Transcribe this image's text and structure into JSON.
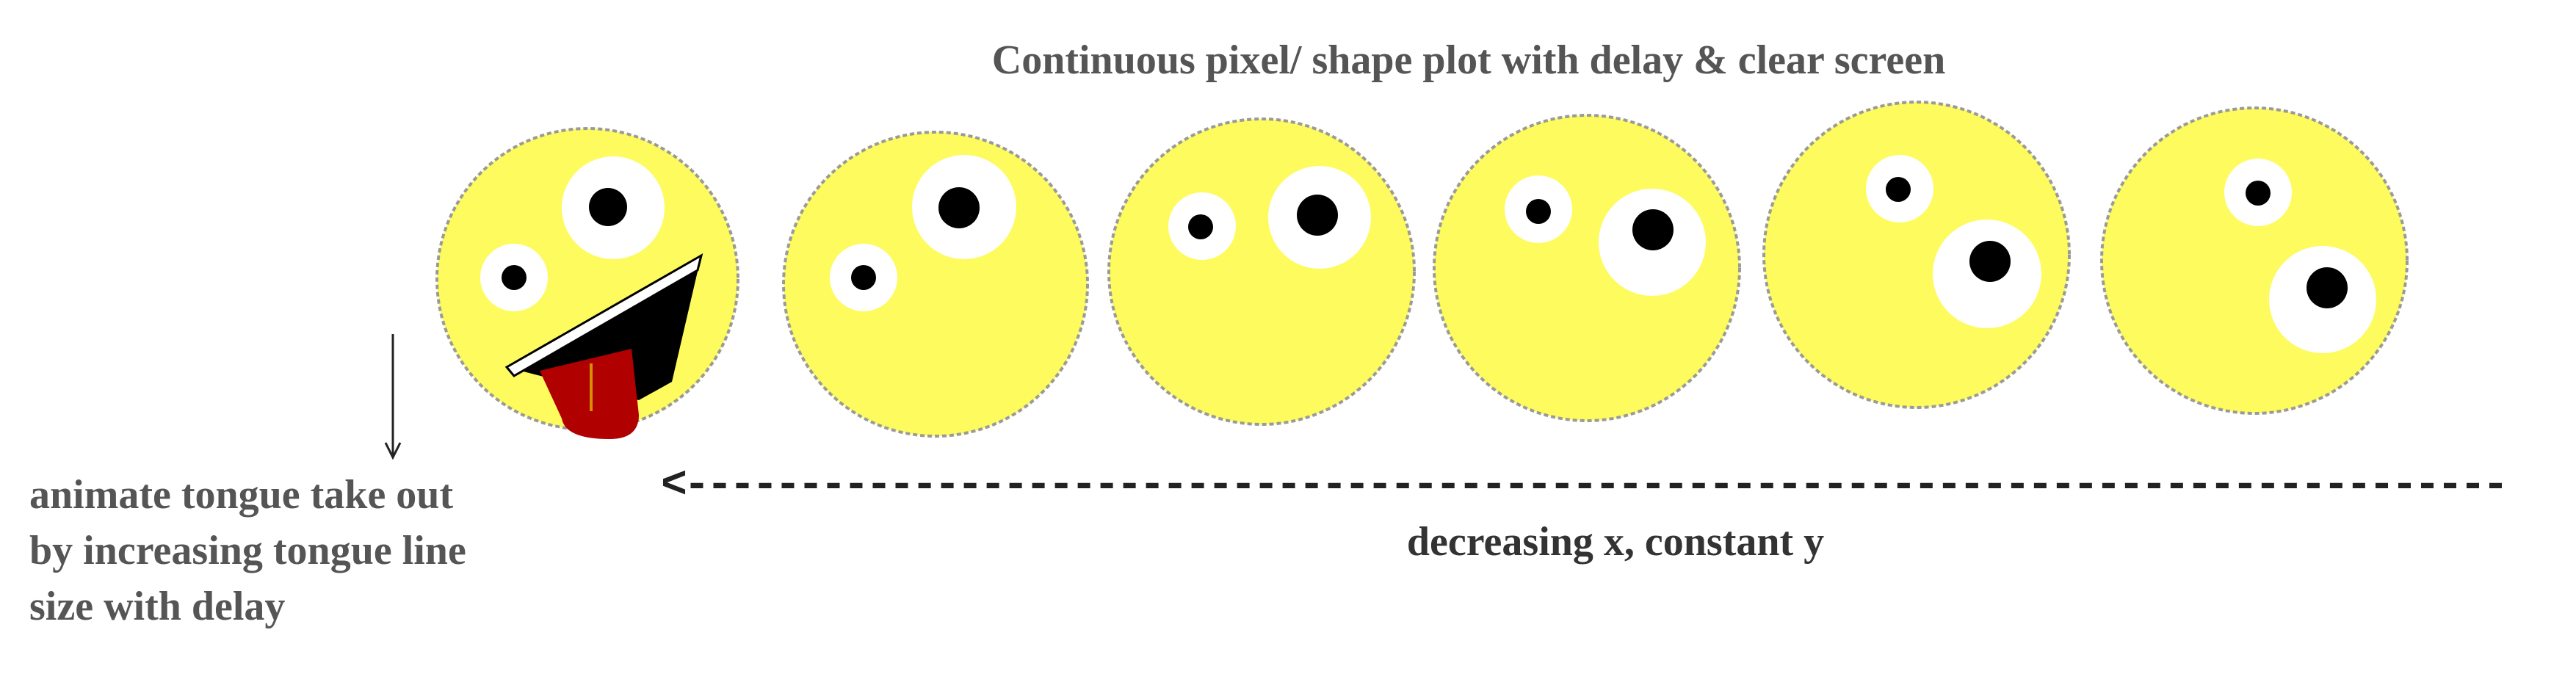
{
  "diagram": {
    "title": "Continuous pixel/ shape plot with delay & clear screen",
    "side_label_lines": [
      "animate tongue take out",
      "by increasing tongue line",
      "size with delay"
    ],
    "direction_arrow": "<--------------------------------------------------------------------------------",
    "axis_caption": "decreasing x, constant y",
    "faces": [
      {
        "id": "face-1",
        "pose": "tongue-out"
      },
      {
        "id": "face-2",
        "pose": "eyes-up-left"
      },
      {
        "id": "face-3",
        "pose": "eyes-center"
      },
      {
        "id": "face-4",
        "pose": "eyes-center-right"
      },
      {
        "id": "face-5",
        "pose": "eyes-down-right"
      },
      {
        "id": "face-6",
        "pose": "eyes-down-right-far"
      }
    ],
    "colors": {
      "face": "#fdfb5e",
      "outline": "#9a9a9a",
      "pupil": "#000000",
      "tongue": "#b00000",
      "text": "#555555"
    }
  }
}
